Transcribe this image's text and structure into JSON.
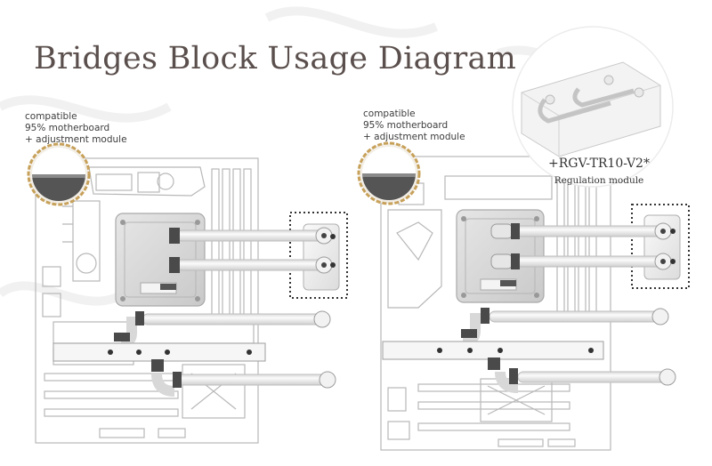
{
  "title": "Bridges Block Usage Diagram",
  "left_note": {
    "lines": [
      "compatible",
      "95% motherboard",
      "+ adjustment module"
    ]
  },
  "right_note": {
    "lines": [
      "compatible",
      "95% motherboard",
      "+ adjustment module"
    ]
  },
  "module": {
    "name": "+RGV-TR10-V2*",
    "caption": "Regulation module"
  },
  "colors": {
    "title": "#5a4f4c",
    "outline": "#b8b8b8",
    "tube": "#ececec",
    "tube_edge": "#bdbdbd",
    "fitting": "#4a4a4a",
    "gauge_dark": "#555555",
    "gauge_ring": "#c7a15a",
    "dotted_frame": "#333333"
  }
}
